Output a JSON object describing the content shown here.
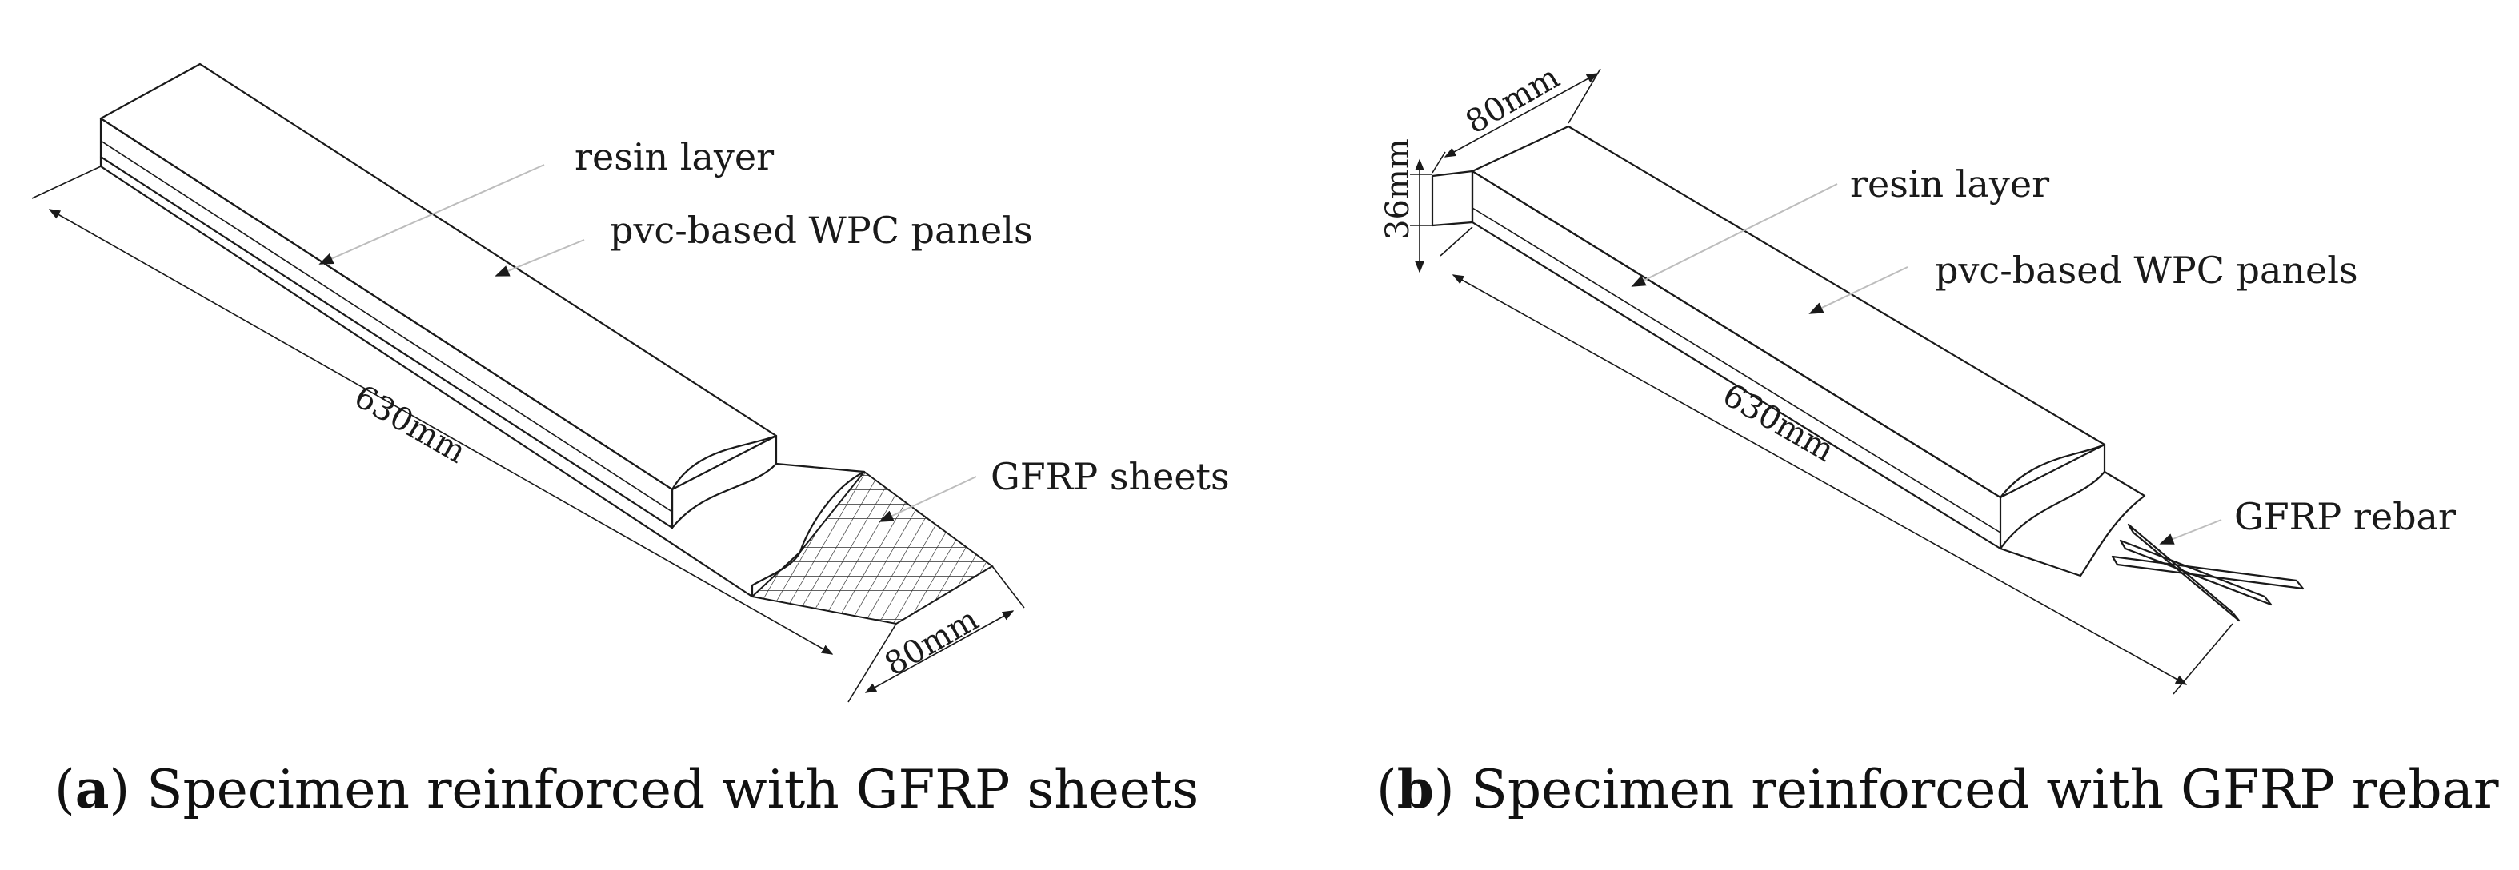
{
  "panel_a": {
    "label_resin": "resin layer",
    "label_panels": "pvc-based WPC panels",
    "label_reinforcement": "GFRP sheets",
    "dim_length": "630mm",
    "dim_width": "80mm",
    "caption_letter": "a",
    "caption_text": "Specimen reinforced with GFRP sheets"
  },
  "panel_b": {
    "label_resin": "resin layer",
    "label_panels": "pvc-based WPC panels",
    "label_reinforcement": "GFRP rebar",
    "dim_length": "630mm",
    "dim_width": "80mm",
    "dim_height": "36mm",
    "caption_letter": "b",
    "caption_text": "Specimen reinforced with GFRP rebar"
  },
  "icons": {
    "dimension_arrow": "arrowhead",
    "grid_pattern": "mesh-grid"
  }
}
